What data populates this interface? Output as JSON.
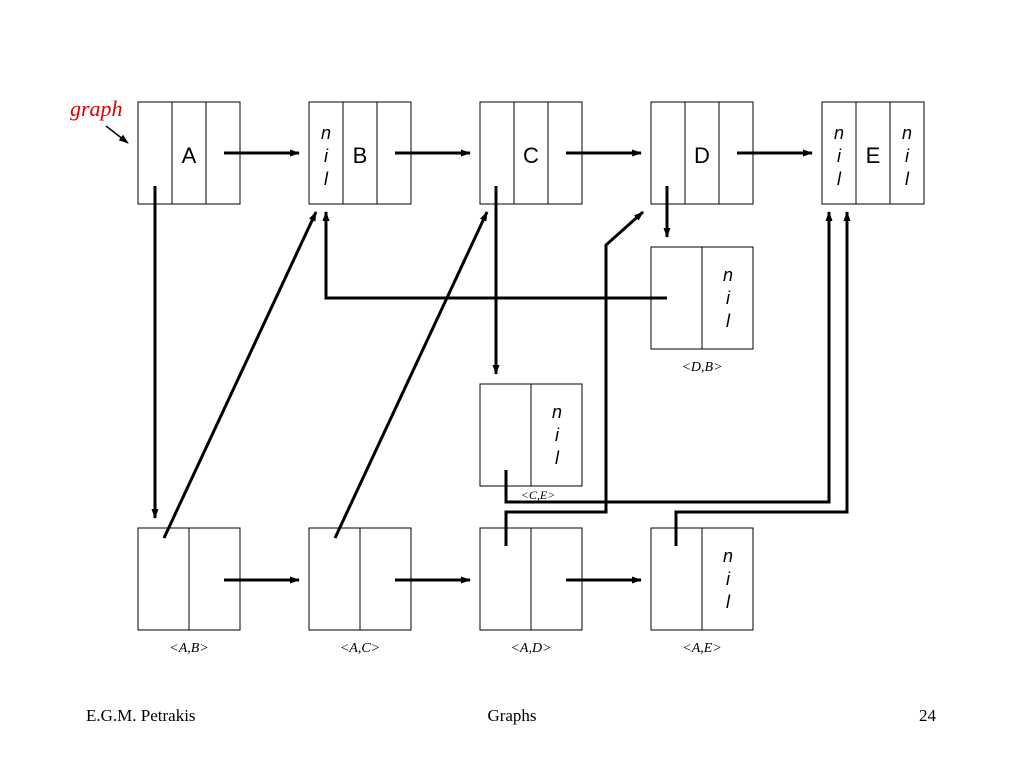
{
  "graph_label": "graph",
  "accent_color": "#e00000",
  "vertices": [
    {
      "name": "A",
      "left_nil": false,
      "right_nil": false
    },
    {
      "name": "B",
      "left_nil": true,
      "right_nil": false
    },
    {
      "name": "C",
      "left_nil": false,
      "right_nil": false
    },
    {
      "name": "D",
      "left_nil": false,
      "right_nil": false
    },
    {
      "name": "E",
      "left_nil": true,
      "right_nil": true
    }
  ],
  "nil_letters": [
    "n",
    "i",
    "l"
  ],
  "edge_nodes": [
    {
      "label": "<A,B>",
      "nil": false
    },
    {
      "label": "<A,C>",
      "nil": false
    },
    {
      "label": "<A,D>",
      "nil": false
    },
    {
      "label": "<A,E>",
      "nil": true
    },
    {
      "label": "<C,E>",
      "nil": true
    },
    {
      "label": "<D,B>",
      "nil": true
    }
  ],
  "footer": {
    "author": "E.G.M. Petrakis",
    "title": "Graphs",
    "page": "24"
  }
}
